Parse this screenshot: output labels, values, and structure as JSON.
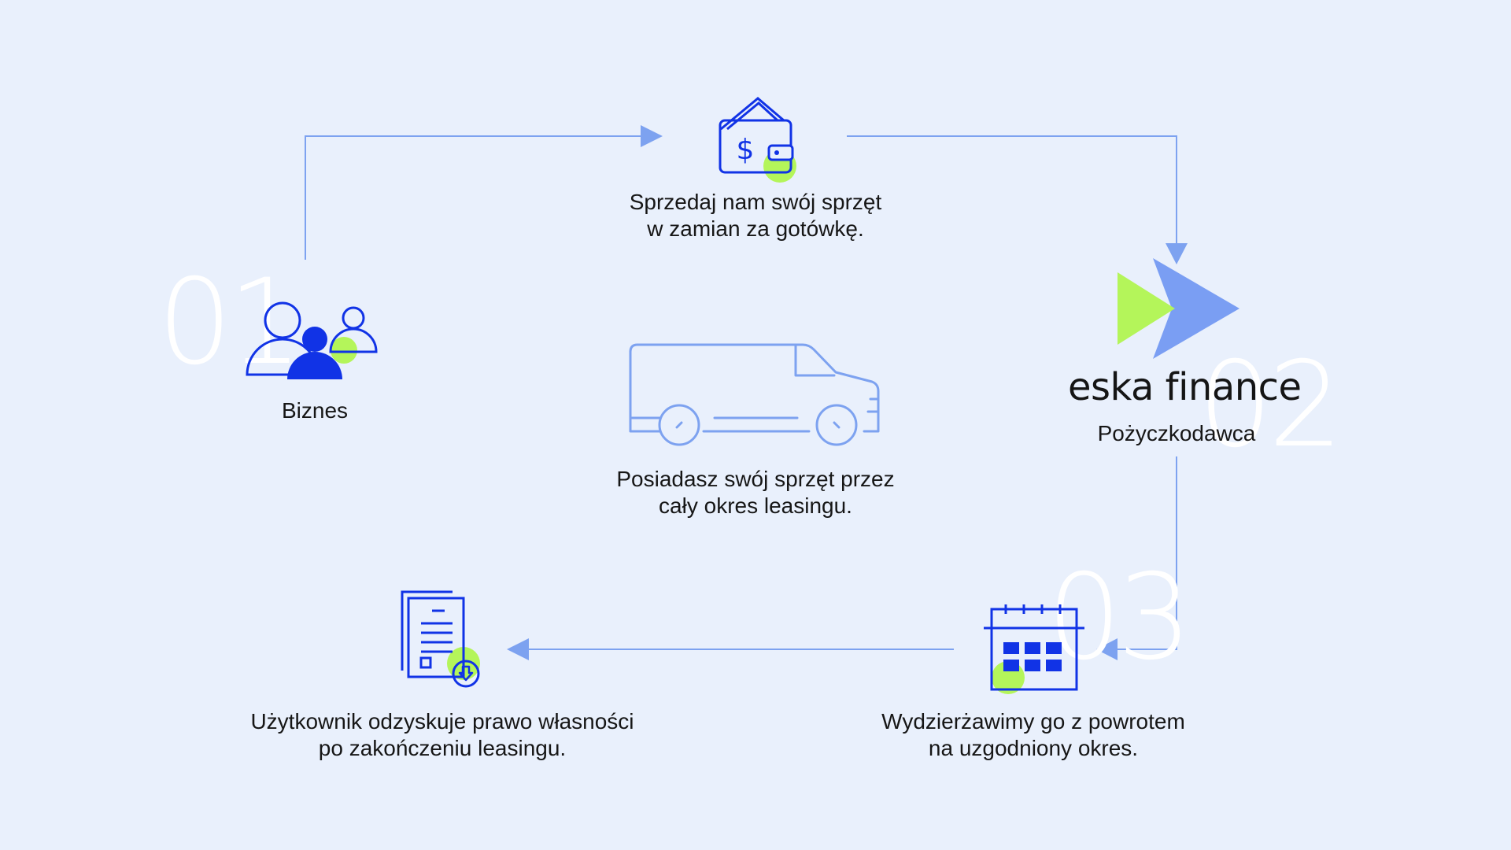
{
  "steps": {
    "num1": "01",
    "num2": "02",
    "num3": "03"
  },
  "business": {
    "label": "Biznes"
  },
  "sell": {
    "line1": "Sprzedaj nam swój sprzęt",
    "line2": "w zamian za gotówkę."
  },
  "own": {
    "line1": "Posiadasz swój sprzęt przez",
    "line2": "cały okres leasingu."
  },
  "lender": {
    "brand": "eska finance",
    "label": "Pożyczkodawca"
  },
  "leaseback": {
    "line1": "Wydzierżawimy go z powrotem",
    "line2": "na uzgodniony okres."
  },
  "ownership": {
    "line1": "Użytkownik odzyskuje prawo własności",
    "line2": "po zakończeniu leasingu."
  },
  "colors": {
    "background": "#e9f0fc",
    "flow_line": "#7da2f0",
    "icon_blue": "#1133e6",
    "accent_green": "#b4f55a",
    "logo_blue": "#7a9ef3"
  },
  "icons": {
    "business": "people-group-icon",
    "sell": "wallet-dollar-icon",
    "own": "van-icon",
    "lender": "eska-finance-logo",
    "leaseback": "calendar-icon",
    "ownership": "document-download-icon"
  }
}
